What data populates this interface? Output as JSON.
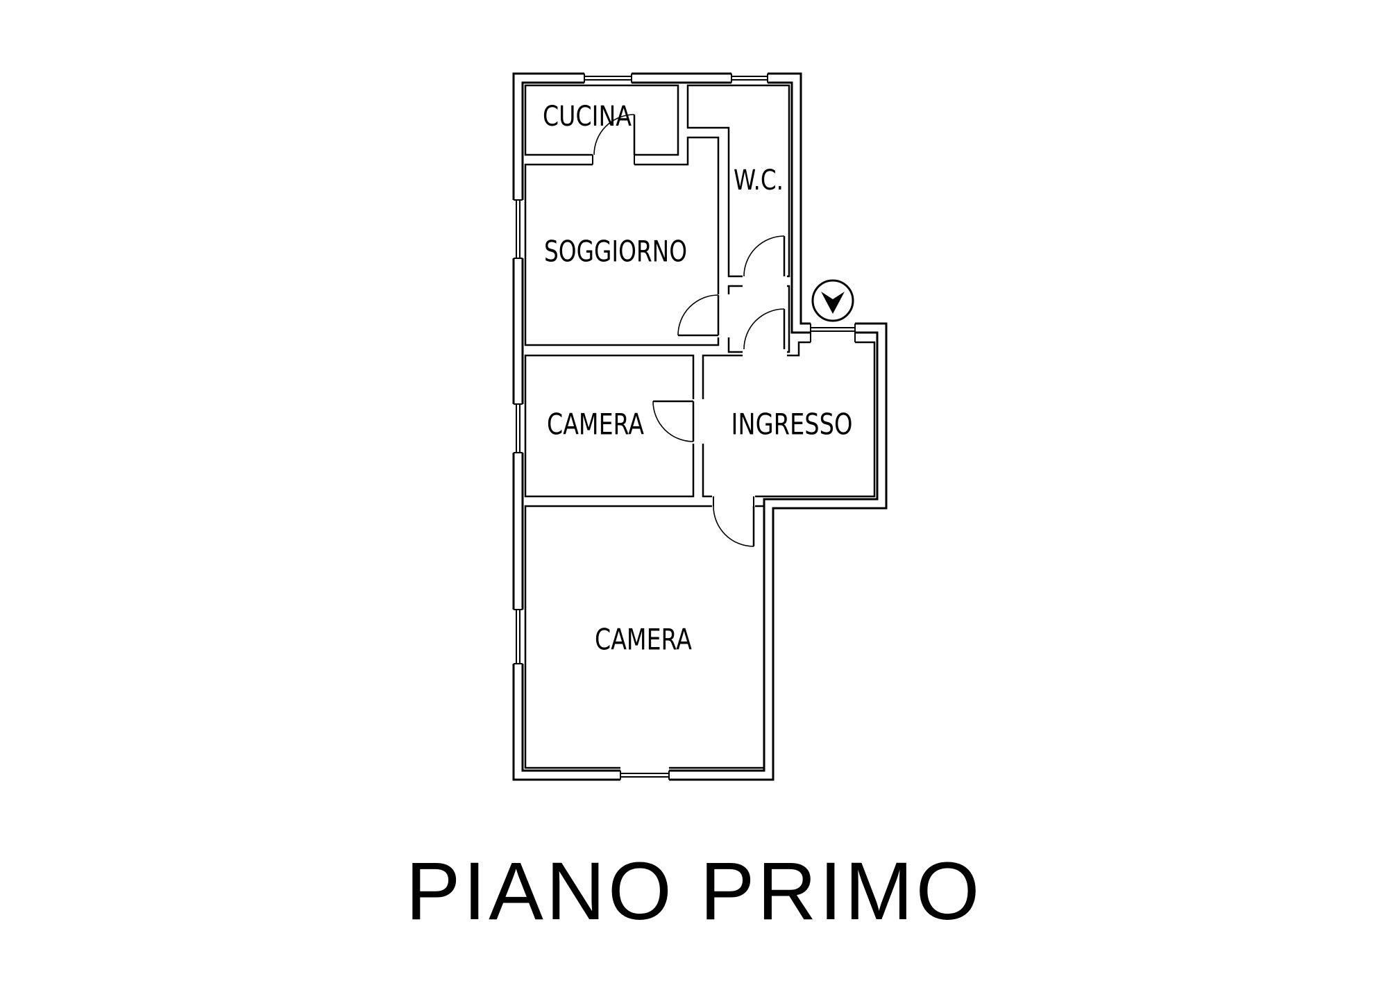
{
  "plan": {
    "title": "PIANO PRIMO",
    "rooms": {
      "cucina": "CUCINA",
      "wc": "W.C.",
      "soggiorno": "SOGGIORNO",
      "camera_small": "CAMERA",
      "ingresso": "INGRESSO",
      "camera_large": "CAMERA"
    },
    "entrance_icon": "entrance-arrow-icon",
    "colors": {
      "line": "#000000",
      "background": "#ffffff"
    }
  }
}
